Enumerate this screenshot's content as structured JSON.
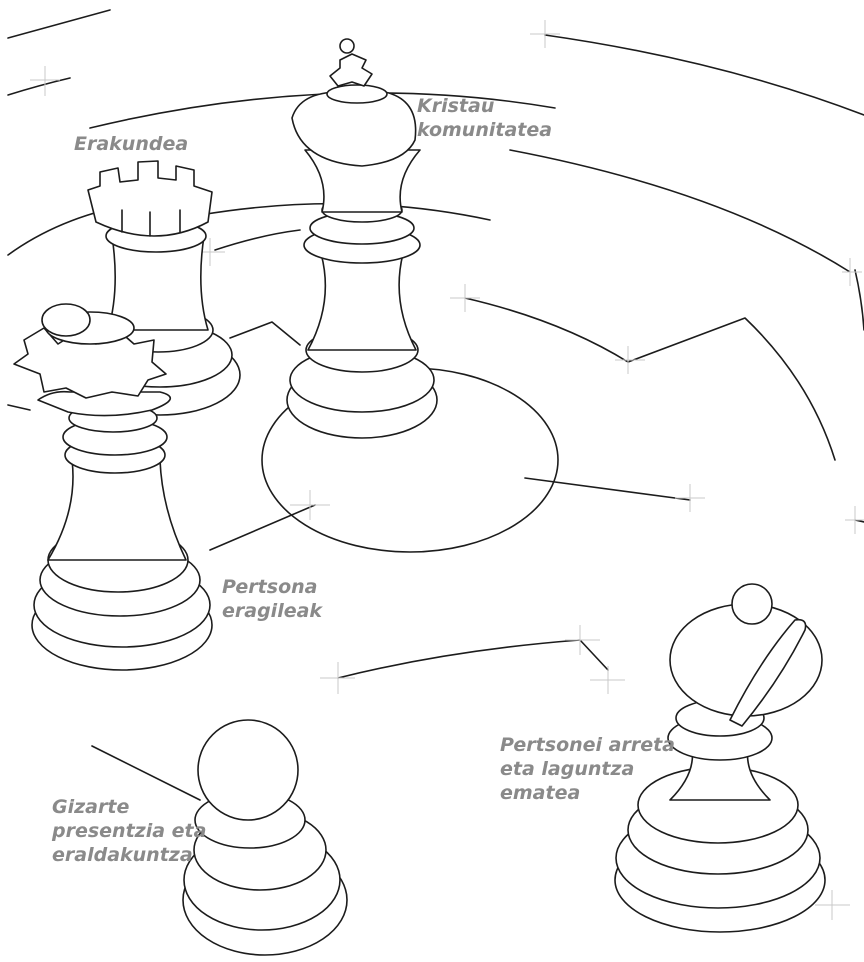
{
  "labels": {
    "kristau": "Kristau\nkomunitatea",
    "erakundea": "Erakundea",
    "pertsona": "Pertsona\neragileak",
    "arreta": "Pertsonei arreta\neta laguntza\nematea",
    "gizarte": "Gizarte\npresentzia eta\neraldakuntza"
  },
  "colors": {
    "label": "#8a8a8a",
    "line": "#1c1c1c",
    "background": "#ffffff"
  }
}
